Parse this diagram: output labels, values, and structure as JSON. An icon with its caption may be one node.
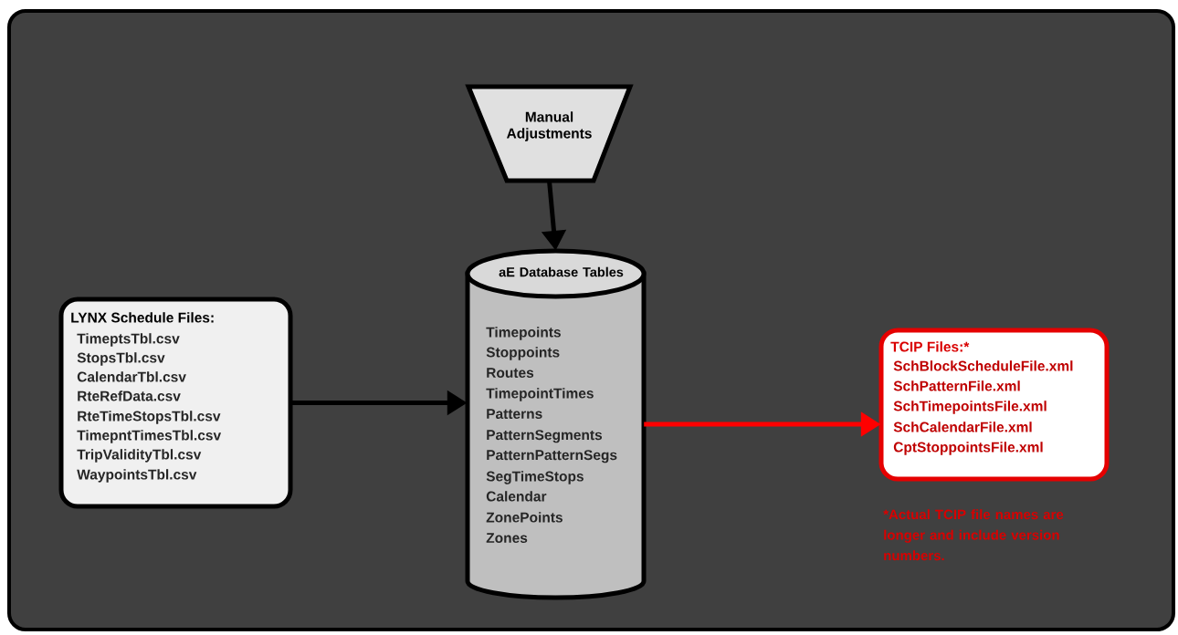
{
  "diagram": {
    "nodes": [
      {
        "text": [
          "Manual Adjustments"
        ]
      },
      {
        "text": [
          "LYNX Schedule Files:",
          "TimeptsTbl.csv",
          "StopsTbl.csv",
          "CalendarTbl.csv",
          "RteRefData.csv",
          "RteTimeStopsTbl.csv",
          "TimepntTimesTbl.csv",
          "TripValidityTbl.csv",
          "WaypointsTbl.csv"
        ]
      },
      {
        "text": [
          "aE Database Tables",
          "Timepoints",
          "Stoppoints",
          "Routes",
          "TimepointTimes",
          "Patterns",
          "PatternSegments",
          "PatternPatternSegs",
          "SegTimeStops",
          "Calendar",
          "ZonePoints",
          "Zones"
        ]
      },
      {
        "text": [
          "TCIP Files:*",
          "SchBlockScheduleFile.xml",
          "SchPatternFile.xml",
          "SchTimepointsFile.xml",
          "SchCalendarFile.xml",
          "CptStoppointsFile.xml"
        ],
        "beside": [
          "*Actual TCIP file names are longer and include version numbers."
        ]
      }
    ],
    "edges": [
      {
        "from": 0,
        "to": 2,
        "arrow": "to"
      },
      {
        "from": 1,
        "to": 2,
        "arrow": "to"
      },
      {
        "from": 2,
        "to": 3,
        "arrow": "to",
        "color": "#ff0000"
      }
    ]
  }
}
